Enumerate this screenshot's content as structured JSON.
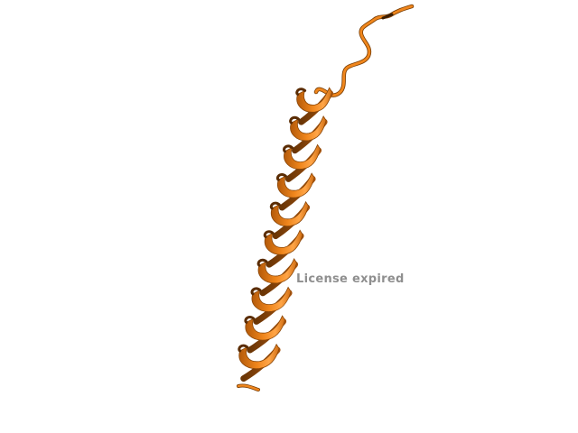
{
  "viewer": {
    "watermark_text": "License expired",
    "background_color": "#ffffff",
    "cartoon_color": "#f0861c",
    "cartoon_shadow_color": "#7a3f06",
    "cartoon_highlight_color": "#ffb062"
  },
  "structure": {
    "representation": "cartoon",
    "secondary_structure": [
      "coil",
      "alpha-helix"
    ],
    "helix_turns": 10
  }
}
